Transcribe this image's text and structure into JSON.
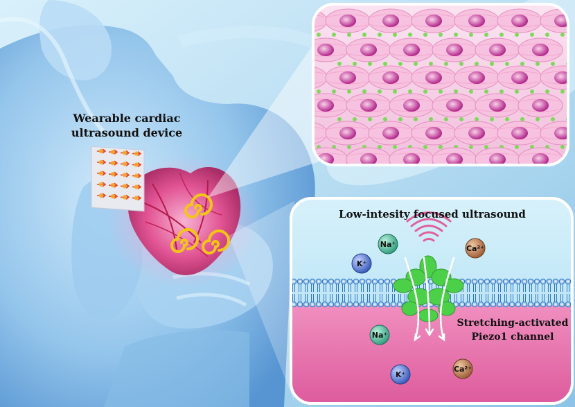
{
  "labels": {
    "device_line1": "Wearable cardiac",
    "device_line2": "ultrasound device",
    "ultrasound": "Low-intesity focused ultrasound",
    "channel_line1": "Stretching-activated",
    "channel_line2": "Piezo1 channel"
  },
  "ions": {
    "na_top": "Na⁺",
    "ca_top": "Ca²⁺",
    "k_top": "K⁺",
    "na_bottom": "Na⁺",
    "ca_bottom": "Ca²⁺",
    "k_bottom": "K⁺"
  },
  "colors": {
    "background": "#bfe3f5",
    "body": "#8fc2ea",
    "heart": "#e34a8c",
    "membrane": "#2f74c9",
    "cytoplasm": "#e46aa6",
    "channel": "#4cd04a",
    "na_ion": "#2e9a7c",
    "ca_ion": "#9a5a34",
    "k_ion": "#3456b8",
    "ultrasound_waves": "#e0609a",
    "spiral": "#f2c616"
  }
}
